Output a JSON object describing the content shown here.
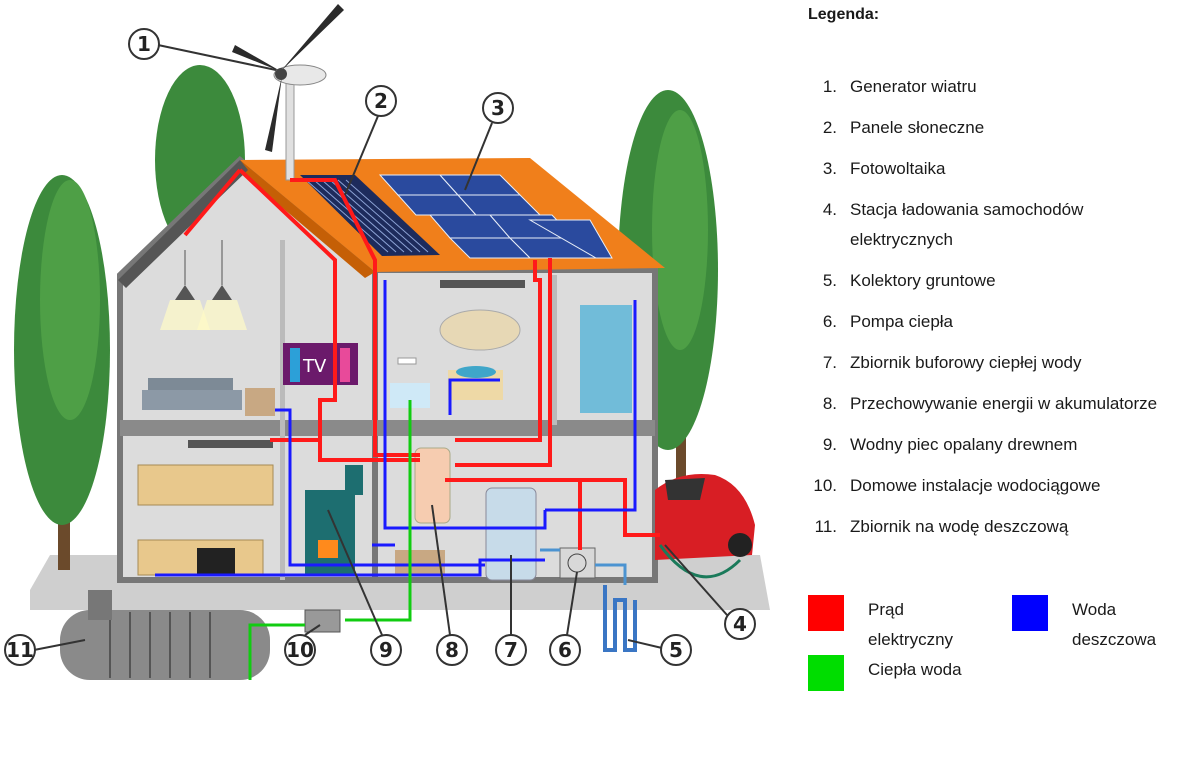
{
  "callouts": [
    "1",
    "2",
    "3",
    "4",
    "5",
    "6",
    "7",
    "8",
    "9",
    "10",
    "11"
  ],
  "tv_label": "TV",
  "legend": {
    "title": "Legenda:",
    "items": [
      {
        "num": "1.",
        "text": "Generator wiatru"
      },
      {
        "num": "2.",
        "text": "Panele słoneczne"
      },
      {
        "num": "3.",
        "text": "Fotowoltaika"
      },
      {
        "num": "4.",
        "text": "Stacja ładowania samochodów elektrycznych"
      },
      {
        "num": "5.",
        "text": "Kolektory gruntowe"
      },
      {
        "num": "6.",
        "text": "Pompa ciepła"
      },
      {
        "num": "7.",
        "text": "Zbiornik buforowy ciepłej wody"
      },
      {
        "num": "8.",
        "text": "Przechowywanie energii w akumulatorze"
      },
      {
        "num": "9.",
        "text": "Wodny piec opalany drewnem"
      },
      {
        "num": "10.",
        "text": "Domowe instalacje wodociągowe"
      },
      {
        "num": "11.",
        "text": "Zbiornik na wodę deszczową"
      }
    ]
  },
  "keys": [
    {
      "label": "Prąd elektryczny",
      "color": "#ff0000"
    },
    {
      "label": "Woda deszczowa",
      "color": "#0000ff"
    },
    {
      "label": "Ciepła woda",
      "color": "#00dd00"
    }
  ]
}
